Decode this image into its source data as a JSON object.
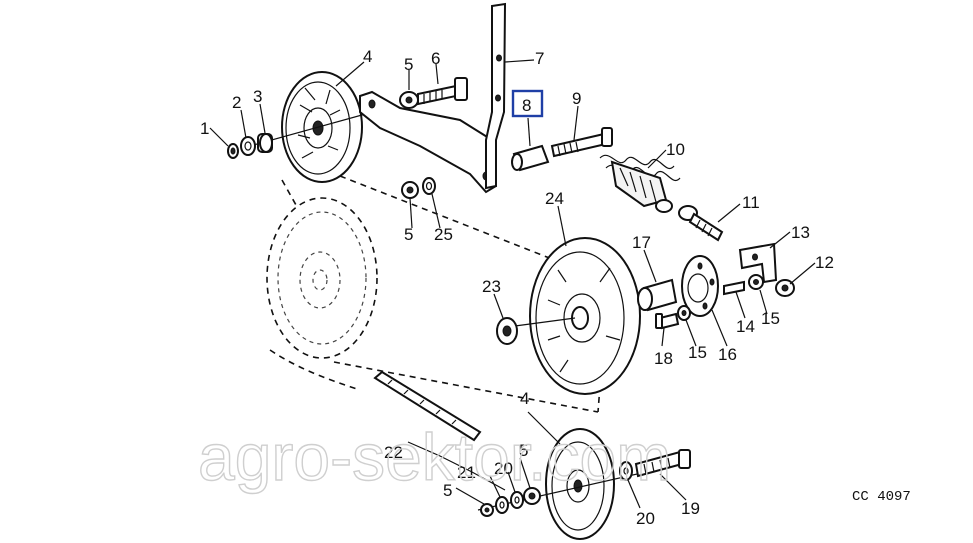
{
  "callouts": [
    "1",
    "2",
    "3",
    "4",
    "5",
    "6",
    "7",
    "8",
    "9",
    "10",
    "11",
    "12",
    "13",
    "14",
    "15",
    "15",
    "16",
    "17",
    "18",
    "15",
    "19",
    "20",
    "20",
    "21",
    "22",
    "23",
    "24",
    "4",
    "5",
    "5",
    "25",
    "5"
  ],
  "highlighted_callout": "8",
  "drawing_code": "CC 4097",
  "watermark": "agro-sektor.com"
}
